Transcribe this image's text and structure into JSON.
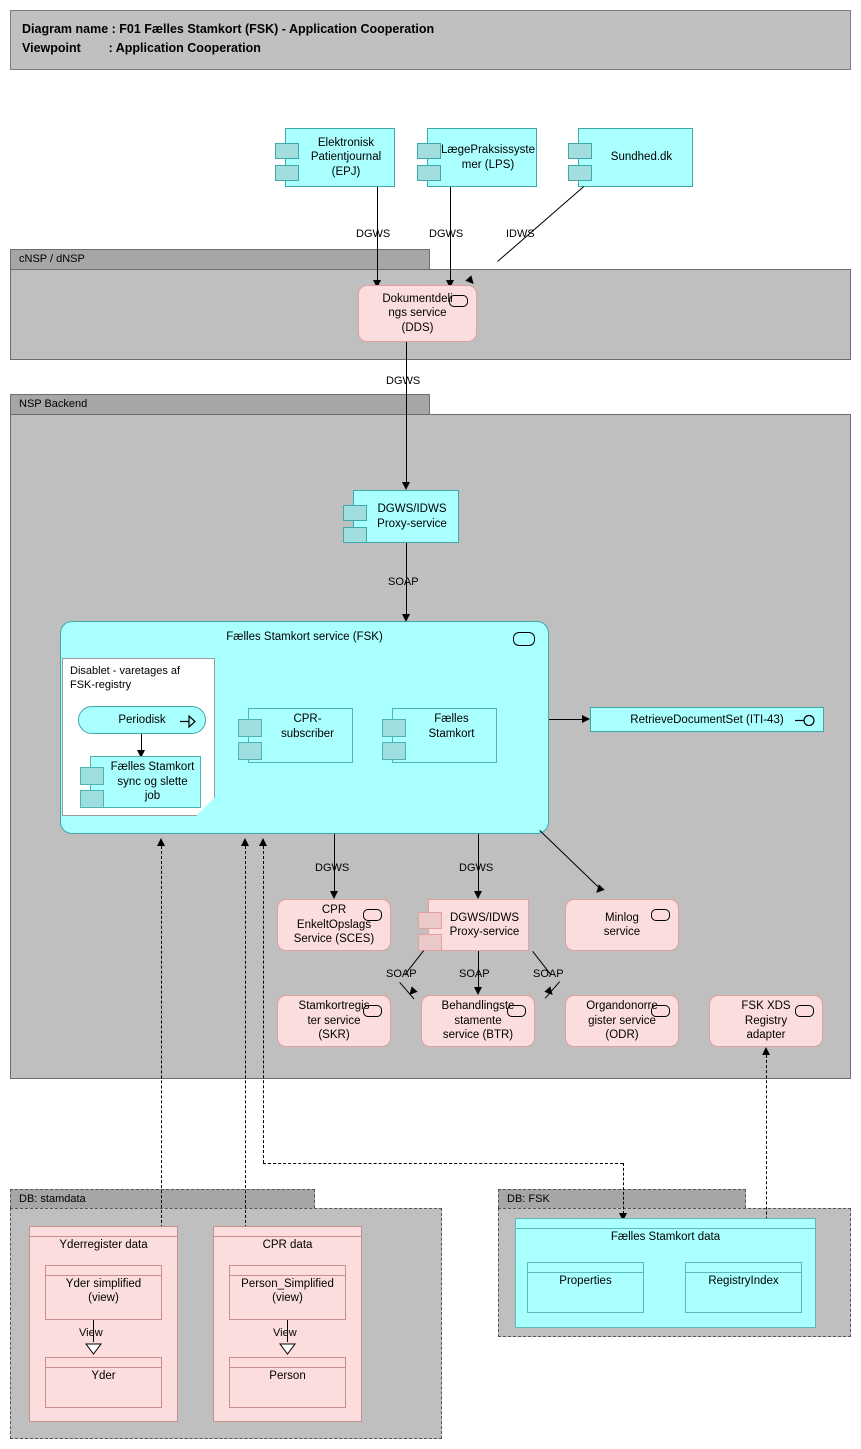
{
  "header": {
    "line1": "Diagram name : F01 Fælles Stamkort (FSK) - Application Cooperation",
    "line2": "Viewpoint        : Application Cooperation"
  },
  "top_systems": [
    {
      "id": "epj",
      "label": "Elektronisk\nPatientjournal\n(EPJ)"
    },
    {
      "id": "lps",
      "label": "LægePraksissyste\nmer (LPS)"
    },
    {
      "id": "sundhed",
      "label": "Sundhed.dk"
    }
  ],
  "groups": {
    "cnsp": {
      "label": "cNSP / dNSP"
    },
    "nsp_backend": {
      "label": "NSP Backend"
    },
    "db_stamdata": {
      "label": "DB: stamdata"
    },
    "db_fsk": {
      "label": "DB: FSK"
    }
  },
  "nodes": {
    "dds": {
      "label": "Dokumentdeli\nngs service\n(DDS)"
    },
    "proxy_top": {
      "label": "DGWS/IDWS\nProxy-service"
    },
    "fsk_service": {
      "label": "Fælles Stamkort service (FSK)"
    },
    "note": {
      "label": "Disablet - varetages af\nFSK-registry"
    },
    "periodisk": {
      "label": "Periodisk"
    },
    "sync_job": {
      "label": "Fælles Stamkort\nsync og slette job"
    },
    "cpr_subscriber": {
      "label": "CPR-subscriber"
    },
    "faelles_stamkort": {
      "label": "Fælles Stamkort"
    },
    "retrieve_docset": {
      "label": "RetrieveDocumentSet (ITI-43)"
    },
    "sces": {
      "label": "CPR\nEnkeltOpslags\nService (SCES)"
    },
    "proxy_mid": {
      "label": "DGWS/IDWS\nProxy-service"
    },
    "minlog": {
      "label": "Minlog\nservice"
    },
    "skr": {
      "label": "Stamkortregis\nter service\n(SKR)"
    },
    "btr": {
      "label": "Behandlingste\nstamente\nservice (BTR)"
    },
    "odr": {
      "label": "Organdonorre\ngister service\n(ODR)"
    },
    "fsk_xds": {
      "label": "FSK XDS\nRegistry\nadapter"
    },
    "yderregister_data": {
      "label": "Yderregister data"
    },
    "yder_simplified": {
      "label": "Yder simplified\n(view)"
    },
    "yder": {
      "label": "Yder"
    },
    "cpr_data": {
      "label": "CPR data"
    },
    "person_simplified": {
      "label": "Person_Simplified\n(view)"
    },
    "person": {
      "label": "Person"
    },
    "faelles_stamkort_data": {
      "label": "Fælles Stamkort data"
    },
    "properties": {
      "label": "Properties"
    },
    "registryindex": {
      "label": "RegistryIndex"
    }
  },
  "edge_labels": {
    "epj_dds": "DGWS",
    "lps_dds": "DGWS",
    "sundhed_dds": "IDWS",
    "dds_proxy": "DGWS",
    "proxy_fsk": "SOAP",
    "fsk_sces": "DGWS",
    "fsk_proxy_mid": "DGWS",
    "proxy_skr": "SOAP",
    "proxy_btr": "SOAP",
    "proxy_odr": "SOAP",
    "view_yder": "View",
    "view_person": "View"
  },
  "colors": {
    "cyan_fill": "#AAFFFF",
    "cyan_border": "#3FA8A8",
    "pink_fill": "#FBDDDD",
    "pink_border": "#E3A0A0",
    "group_body": "#BFBFBF",
    "group_tab": "#A6A6A6",
    "title_bg": "#C0C0C0"
  },
  "icons": {
    "service_icon": "rounded-rect-icon",
    "interface_icon": "lollipop-icon",
    "event_icon": "pennant-icon",
    "component_icon": "component-tabs-icon"
  }
}
